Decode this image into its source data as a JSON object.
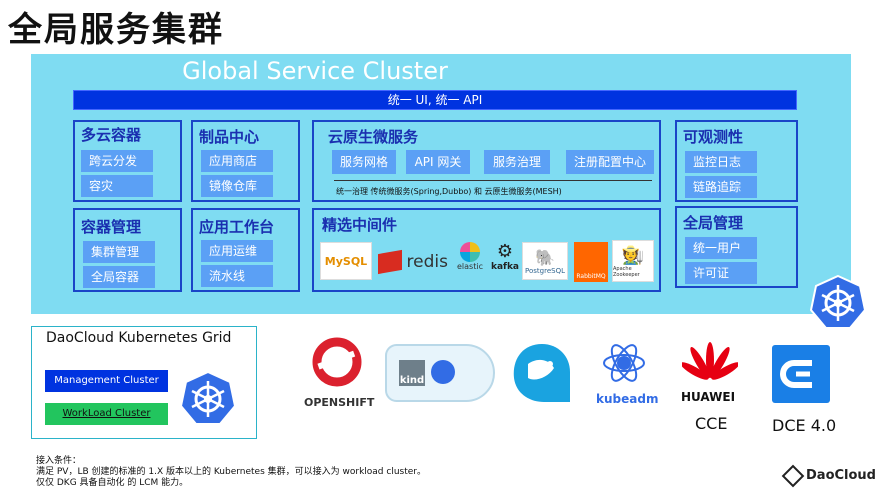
{
  "page_title": "全局服务集群",
  "cluster": {
    "title": "Global Service Cluster",
    "ui_bar": "统一 UI, 统一 API"
  },
  "multi_cloud": {
    "title": "多云容器",
    "items": [
      "跨云分发",
      "容灾"
    ]
  },
  "artifact": {
    "title": "制品中心",
    "items": [
      "应用商店",
      "镜像仓库"
    ]
  },
  "cloud_native": {
    "title": "云原生微服务",
    "items": [
      "服务网格",
      "API 网关",
      "服务治理",
      "注册配置中心"
    ],
    "note": "统一治理 传统微服务(Spring,Dubbo) 和 云原生微服务(MESH)"
  },
  "observability": {
    "title": "可观测性",
    "items": [
      "监控日志",
      "链路追踪"
    ]
  },
  "container_mgmt": {
    "title": "容器管理",
    "items": [
      "集群管理",
      "全局容器"
    ]
  },
  "app_workbench": {
    "title": "应用工作台",
    "items": [
      "应用运维",
      "流水线"
    ]
  },
  "middleware": {
    "title": "精选中间件",
    "logos": [
      "MySQL",
      "redis",
      "elastic",
      "kafka",
      "PostgreSQL",
      "RabbitMQ",
      "Apache Zookeeper"
    ]
  },
  "global_mgmt": {
    "title": "全局管理",
    "items": [
      "统一用户",
      "许可证"
    ]
  },
  "grid": {
    "title": "DaoCloud Kubernetes Grid",
    "management": "Management Cluster",
    "workload": "WorkLoad Cluster"
  },
  "logos": {
    "openshift": "OPENSHIFT",
    "kind": "kind",
    "kubeadm": "kubeadm",
    "huawei": "HUAWEI",
    "cce": "CCE",
    "dce": "DCE 4.0"
  },
  "footer": {
    "line1": "接入条件：",
    "line2": "满足 PV，LB 创建的标准的 1.X 版本以上的 Kubernetes 集群，可以接入为 workload cluster。",
    "line3": "仅仅 DKG 具备自动化 的 LCM 能力。",
    "brand": "DaoCloud"
  },
  "colors": {
    "cluster_bg": "#7fdcf2",
    "chip": "#5ba0f5",
    "management": "#0033e0",
    "workload": "#22c55e",
    "k8s": "#326ce5"
  }
}
